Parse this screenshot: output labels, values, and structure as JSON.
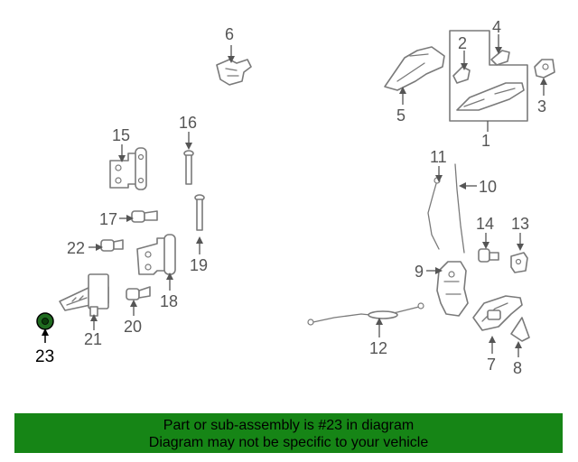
{
  "callouts": [
    {
      "id": "1",
      "text": "1"
    },
    {
      "id": "2",
      "text": "2"
    },
    {
      "id": "3",
      "text": "3"
    },
    {
      "id": "4",
      "text": "4"
    },
    {
      "id": "5",
      "text": "5"
    },
    {
      "id": "6",
      "text": "6"
    },
    {
      "id": "7",
      "text": "7"
    },
    {
      "id": "8",
      "text": "8"
    },
    {
      "id": "9",
      "text": "9"
    },
    {
      "id": "10",
      "text": "10"
    },
    {
      "id": "11",
      "text": "11"
    },
    {
      "id": "12",
      "text": "12"
    },
    {
      "id": "13",
      "text": "13"
    },
    {
      "id": "14",
      "text": "14"
    },
    {
      "id": "15",
      "text": "15"
    },
    {
      "id": "16",
      "text": "16"
    },
    {
      "id": "17",
      "text": "17"
    },
    {
      "id": "18",
      "text": "18"
    },
    {
      "id": "19",
      "text": "19"
    },
    {
      "id": "20",
      "text": "20"
    },
    {
      "id": "21",
      "text": "21"
    },
    {
      "id": "22",
      "text": "22"
    },
    {
      "id": "23",
      "text": "23"
    }
  ],
  "highlighted_part": "23",
  "colors": {
    "banner_bg": "#168516",
    "highlight_part": "#1f6b1f",
    "line_art": "#7a7a7a",
    "callout_text": "#555555"
  },
  "banner": {
    "line1": "Part or sub-assembly is #23 in diagram",
    "line2": "Diagram may not be specific to your vehicle"
  }
}
